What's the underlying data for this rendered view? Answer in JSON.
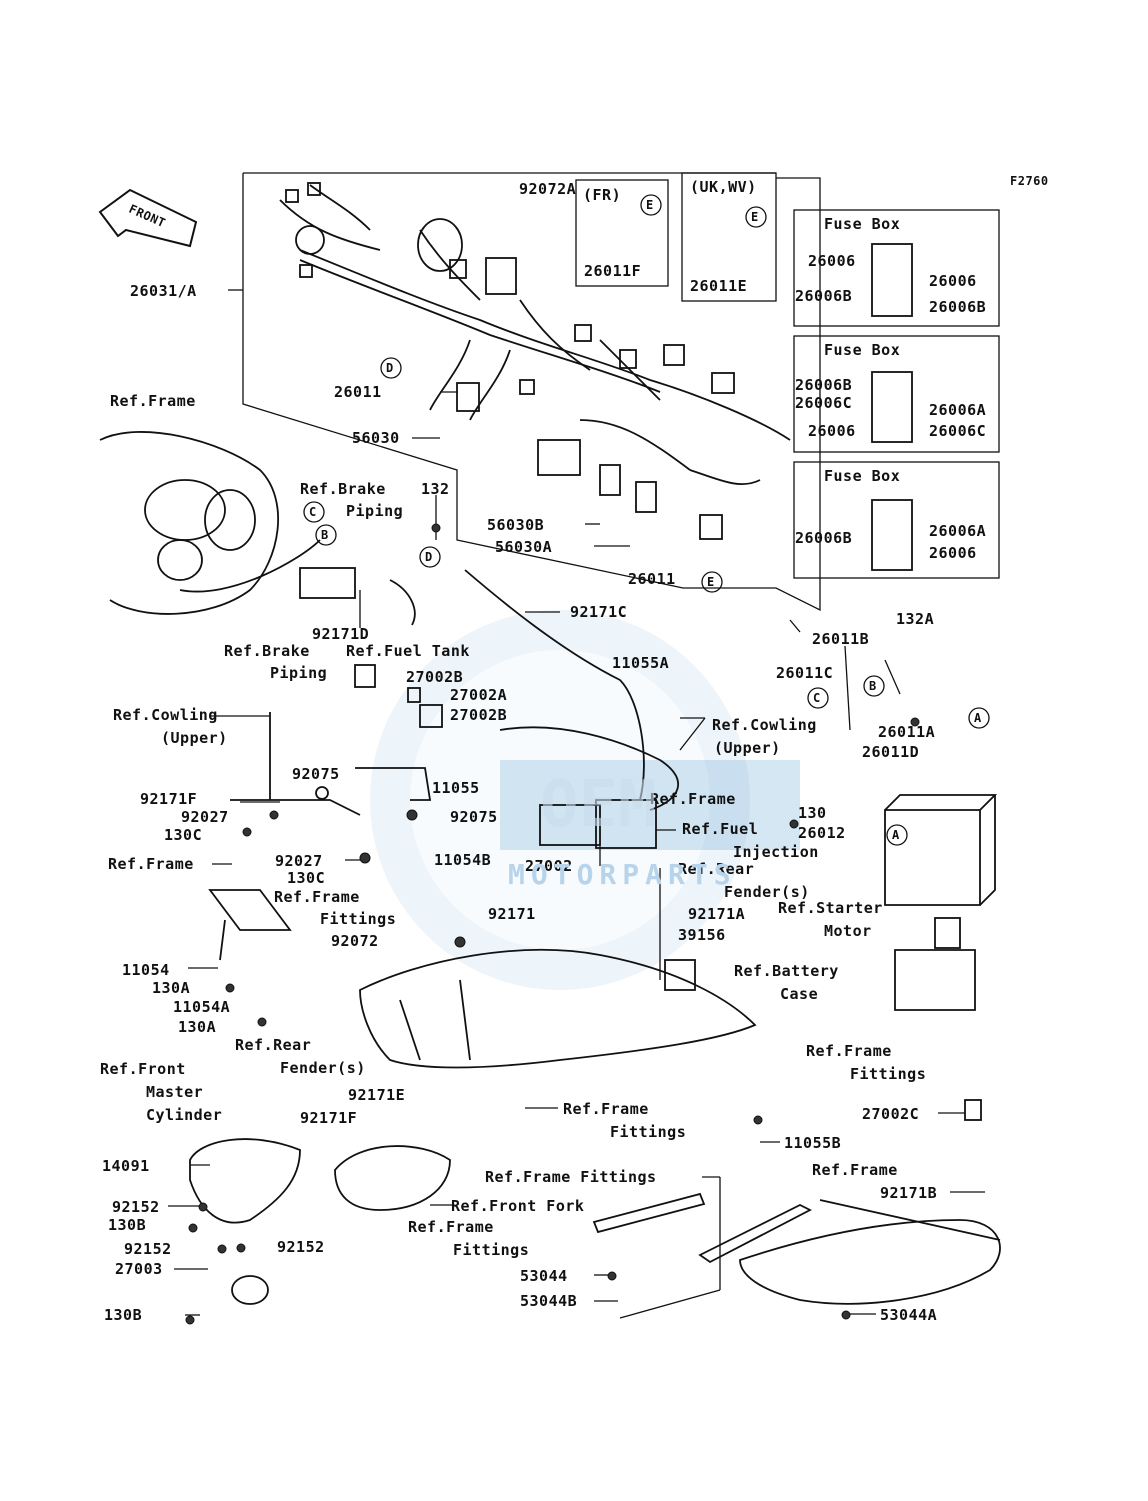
{
  "figure_code": "F2760",
  "front_arrow": "FRONT",
  "watermark": {
    "line1": "OEM",
    "line2": "MOTORPARTS",
    "color": "#6aa8d8"
  },
  "variants": {
    "fr": "(FR)",
    "uk": "(UK,WV)"
  },
  "fuse_boxes": [
    {
      "title": "Fuse Box",
      "left": [
        "26006",
        "26006B"
      ],
      "right": [
        "26006",
        "26006B"
      ]
    },
    {
      "title": "Fuse Box",
      "left": [
        "26006B",
        "26006C",
        "26006"
      ],
      "right": [
        "26006A",
        "26006C"
      ]
    },
    {
      "title": "Fuse Box",
      "left": [
        "26006B"
      ],
      "right": [
        "26006A",
        "26006"
      ]
    }
  ],
  "callouts": [
    "A",
    "B",
    "C",
    "D",
    "E"
  ],
  "labels": {
    "p92072A": "92072A",
    "p26011F": "26011F",
    "p26011E": "26011E",
    "p26031A": "26031/A",
    "p26011a": "26011",
    "p56030": "56030",
    "p56030B": "56030B",
    "p56030A": "56030A",
    "p26011b": "26011",
    "p26011C": "26011C",
    "p26011B": "26011B",
    "p132A": "132A",
    "p26011A": "26011A",
    "p26011D": "26011D",
    "p130": "130",
    "p26012": "26012",
    "p132": "132",
    "p92171D": "92171D",
    "p92171C": "92171C",
    "p11055A": "11055A",
    "p27002B1": "27002B",
    "p27002A": "27002A",
    "p27002B2": "27002B",
    "p92075a": "92075",
    "p11055": "11055",
    "p92075b": "92075",
    "p92171F1": "92171F",
    "p92027a": "92027",
    "p130C1": "130C",
    "p92027b": "92027",
    "p130C2": "130C",
    "p27002": "27002",
    "p11054B": "11054B",
    "p92171": "92171",
    "p92171A": "92171A",
    "p39156": "39156",
    "p92072": "92072",
    "p11054": "11054",
    "p130A1": "130A",
    "p11054A": "11054A",
    "p130A2": "130A",
    "p92171E": "92171E",
    "p92171F2": "92171F",
    "p14091": "14091",
    "p92152a": "92152",
    "p130B1": "130B",
    "p92152b": "92152",
    "p92152c": "92152",
    "p27003": "27003",
    "p130B2": "130B",
    "p11055B": "11055B",
    "p27002C": "27002C",
    "p92171B": "92171B",
    "p53044": "53044",
    "p53044B": "53044B",
    "p53044A": "53044A"
  },
  "refs": {
    "frame1": "Ref.Frame",
    "brake_piping_top_1": "Ref.Brake",
    "brake_piping_top_2": "Piping",
    "brake_piping_bot_1": "Ref.Brake",
    "brake_piping_bot_2": "Piping",
    "fuel_tank": "Ref.Fuel Tank",
    "cowling_left_1": "Ref.Cowling",
    "cowling_left_2": "(Upper)",
    "cowling_right_1": "Ref.Cowling",
    "cowling_right_2": "(Upper)",
    "frame2": "Ref.Frame",
    "fuel_injection_1": "Ref.Fuel",
    "fuel_injection_2": "Injection",
    "rear_fender_right_1": "Ref.Rear",
    "rear_fender_right_2": "Fender(s)",
    "frame3": "Ref.Frame",
    "frame_fittings_mid_1": "Ref.Frame",
    "frame_fittings_mid_2": "Fittings",
    "starter_motor_1": "Ref.Starter",
    "starter_motor_2": "Motor",
    "battery_case_1": "Ref.Battery",
    "battery_case_2": "Case",
    "rear_fender_left_1": "Ref.Rear",
    "rear_fender_left_2": "Fender(s)",
    "front_master_1": "Ref.Front",
    "front_master_2": "Master",
    "front_master_3": "Cylinder",
    "frame_fittings_right_1": "Ref.Frame",
    "frame_fittings_right_2": "Fittings",
    "frame_fittings_center_1": "Ref.Frame",
    "frame_fittings_center_2": "Fittings",
    "frame_fittings_long": "Ref.Frame Fittings",
    "frame4": "Ref.Frame",
    "front_fork": "Ref.Front Fork",
    "frame_fittings_low_1": "Ref.Frame",
    "frame_fittings_low_2": "Fittings"
  }
}
